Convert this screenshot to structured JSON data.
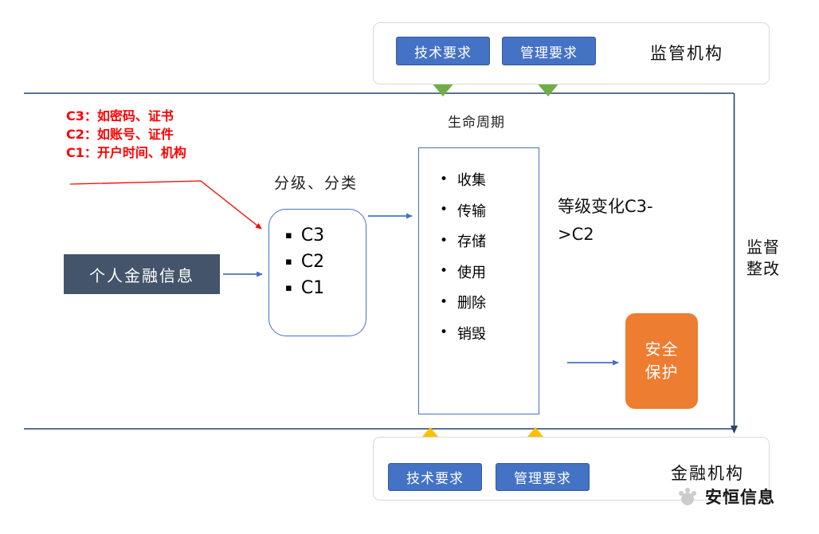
{
  "colors": {
    "accent_blue": "#4472C4",
    "green_arrow": "#70AD47",
    "yellow_arrow": "#FFC000",
    "orange": "#ED7D31",
    "dark_slate": "#44546A",
    "red_annotation": "#FF0000",
    "boundary_line": "#24436B"
  },
  "top_panel": {
    "tech_button": "技术要求",
    "mgmt_button": "管理要求",
    "label": "监管机构"
  },
  "bottom_panel": {
    "tech_button": "技术要求",
    "mgmt_button": "管理要求",
    "label": "金融机构"
  },
  "red_notes": {
    "line1": "C3：如密码、证书",
    "line2": "C2：如账号、证件",
    "line3": "C1：开户时间、机构"
  },
  "classification": {
    "label": "分级、分类",
    "bullet": "▪",
    "items": [
      "C3",
      "C2",
      "C1"
    ]
  },
  "source_box": {
    "label": "个人金融信息"
  },
  "lifecycle": {
    "title": "生命周期",
    "bullet": "•",
    "stages": [
      "收集",
      "传输",
      "存储",
      "使用",
      "删除",
      "销毁"
    ]
  },
  "level_change": {
    "line1": "等级变化C3-",
    "line2": ">C2"
  },
  "protection": {
    "line1": "安全",
    "line2": "保护"
  },
  "supervision": {
    "line1": "监督",
    "line2": "整改"
  },
  "watermark": {
    "label": "安恒信息"
  }
}
